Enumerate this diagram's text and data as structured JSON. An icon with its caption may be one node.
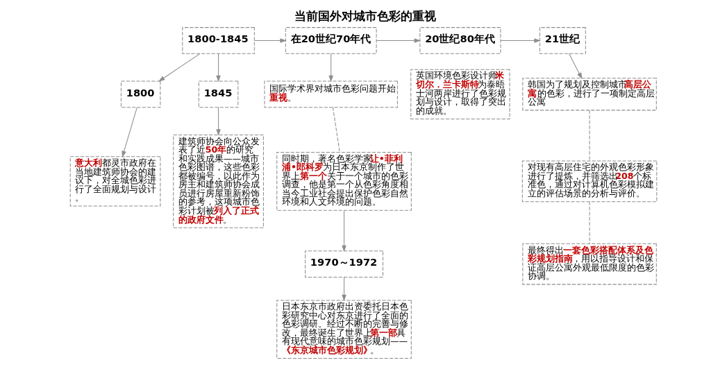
{
  "diagram": {
    "title": "当前国外对城市色彩的重视",
    "nodes": [
      {
        "text": [
          "1800-1845"
        ]
      },
      {
        "text": [
          "在20世纪70年代"
        ]
      },
      {
        "text": [
          "20世纪80年代"
        ]
      },
      {
        "text": [
          "21世纪"
        ]
      },
      {
        "text": [
          "1800"
        ]
      },
      {
        "text": [
          "1845"
        ]
      },
      {
        "text": [
          "**意大利**都灵市政府在当地建筑师协会的建议下，对全城色彩进行了全面规划与设计。"
        ]
      },
      {
        "text": [
          "建筑师协会向公众发表了近**50年**的研究和实践成果——城市色彩图谱，这些色彩都被编号，以此作为房主和建筑师协会成员进行房屋重新粉饰的参考，这项城市色彩计划被**列入了正式的政府文件**。"
        ]
      },
      {
        "text": [
          "国际学术界对城市色彩问题开始**重视**。"
        ]
      },
      {
        "text": [
          "同时期，著名色彩学家**让•菲利浦•郎科罗**为日本东京制作了世界上**第一个**关于一个城市的色彩调查，他是第一个从色彩角度相当今工业社会提出保护色彩自然环境和人文环境的问题。"
        ]
      },
      {
        "text": [
          "1970～1972"
        ]
      },
      {
        "text": [
          "日本东京市政府出资委托日本色彩研究中心对东京进行了全面的色彩调研。经过不断的完善与修改，最终诞生了世界上**第一部**具有现代意味的城市色彩规划——**《东京城市色彩规划》**。"
        ]
      },
      {
        "text": [
          "英国环境色彩设计师**米切尔．兰卡斯特**为泰晤士河两岸进行了色彩规划与设计，取得了突出的成就。"
        ]
      },
      {
        "text": [
          "韩国为了规划及控制城市**高层公寓**的色彩，进行了一项制定高层公寓"
        ]
      },
      {
        "text": [
          "对现有高层住宅的外观色彩形象进行了提炼，并筛选出**208**个标准色，通过对计算机色彩模拟建立的评估场景的分析与评价。"
        ]
      },
      {
        "text": [
          "最终得出**一套色彩搭配体系及色彩规划指南**，用以指导设计和保证高层公寓外观最低限度的色彩协调。"
        ]
      }
    ],
    "edges": [
      {
        "from": 0,
        "to": 1,
        "arrow": "to"
      },
      {
        "from": 1,
        "to": 2,
        "arrow": "to"
      },
      {
        "from": 2,
        "to": 3,
        "arrow": "to"
      },
      {
        "from": 0,
        "to": 4,
        "arrow": "to"
      },
      {
        "from": 0,
        "to": 5,
        "arrow": "to"
      },
      {
        "from": 4,
        "to": 6,
        "arrow": "to"
      },
      {
        "from": 5,
        "to": 7,
        "arrow": "to"
      },
      {
        "from": 1,
        "to": 8,
        "arrow": "to"
      },
      {
        "from": 8,
        "to": 9,
        "arrow": "none",
        "style": "dashed"
      },
      {
        "from": 9,
        "to": 10,
        "arrow": "to"
      },
      {
        "from": 10,
        "to": 11,
        "arrow": "to"
      },
      {
        "from": 3,
        "to": 13,
        "arrow": "to"
      },
      {
        "from": 13,
        "to": 14,
        "arrow": "none",
        "style": "dashed"
      },
      {
        "from": 14,
        "to": 15,
        "arrow": "none",
        "style": "dashed"
      }
    ]
  }
}
